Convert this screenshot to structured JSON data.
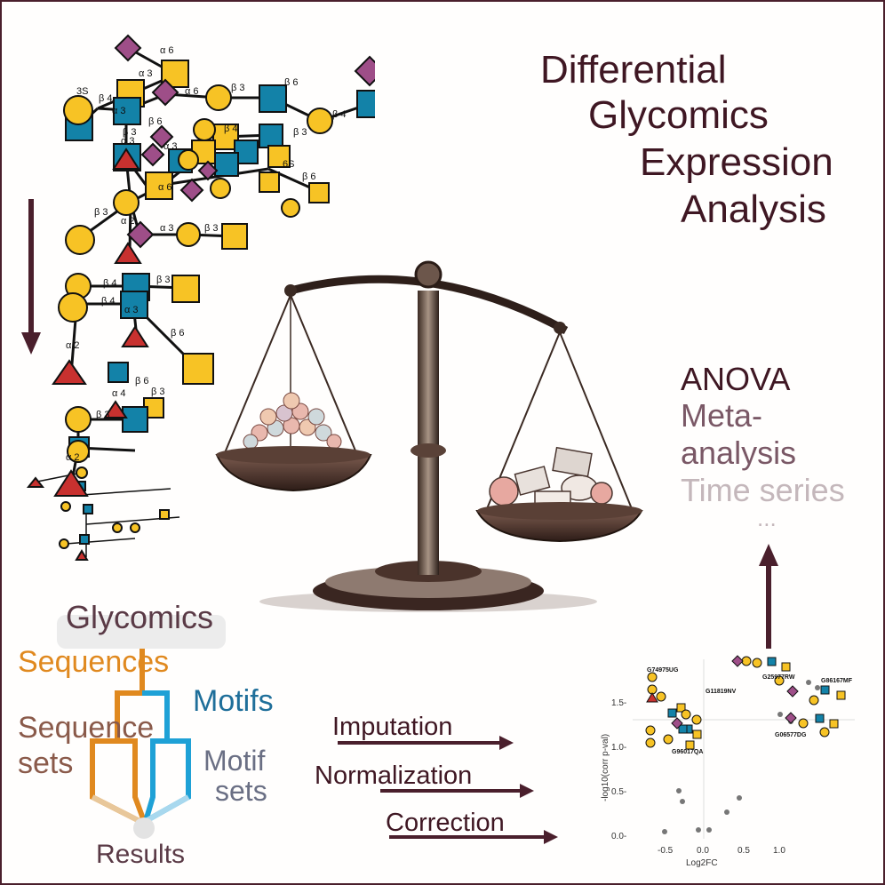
{
  "title_lines": [
    "Differential",
    "Glycomics",
    "Expression",
    "Analysis"
  ],
  "methods": [
    {
      "text": "ANOVA",
      "color": "#3f1723"
    },
    {
      "text": "Meta-",
      "color": "#7a5866"
    },
    {
      "text": "analysis",
      "color": "#7a5866"
    },
    {
      "text": "Time series",
      "color": "#c4b7bb"
    },
    {
      "text": "...",
      "color": "#c4b7bb"
    }
  ],
  "flow": {
    "root": "Glycomics",
    "sequences": "Sequences",
    "motifs": "Motifs",
    "sequence_sets_1": "Sequence",
    "sequence_sets_2": "sets",
    "motif_sets_1": "Motif",
    "motif_sets_2": "sets",
    "results": "Results",
    "colors": {
      "orange": "#e0891f",
      "blue": "#1fa1d6",
      "light_orange": "#e8c79a",
      "light_blue": "#a8d8ee"
    }
  },
  "steps": [
    "Imputation",
    "Normalization",
    "Correction"
  ],
  "volcano": {
    "ylabel": "-log10(corr p-val)",
    "xlabel": "Log2FC",
    "x_ticks": [
      "-0.5",
      "0.0",
      "0.5",
      "1.0"
    ],
    "y_ticks": [
      "0.0-",
      "0.5-",
      "1.0-",
      "1.5-"
    ],
    "labels": [
      "G74975UG",
      "G11819NV",
      "G25977RW",
      "G86167MF",
      "G96017QA",
      "G06577DG"
    ]
  },
  "glycan_links": [
    "α 6",
    "α 3",
    "α 6",
    "β 3",
    "β 6",
    "β 4",
    "3S",
    "β 4",
    "α 3",
    "β 3",
    "β 3",
    "β 4",
    "β 6",
    "α 3",
    "α 3",
    "6S",
    "β 6",
    "α 6",
    "β 3",
    "α 2",
    "α 3",
    "β 3",
    "β 4",
    "β 3",
    "β 4",
    "α 3",
    "α 2",
    "β 6",
    "β 3",
    "α 4",
    "β 6",
    "β 3",
    "α 2"
  ],
  "palette": {
    "galactose": "#f7c325",
    "glcnac": "#1382a8",
    "sialic": "#9e4e88",
    "fucose": "#c8312f",
    "frame": "#4a1f2c"
  }
}
